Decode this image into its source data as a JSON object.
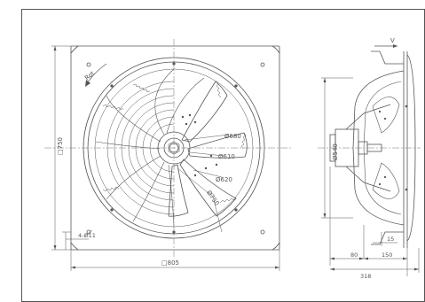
{
  "drawing": {
    "title": "",
    "rotation_label": "Rot",
    "airflow_label": "V",
    "dimensions": {
      "hole_pattern": "4-Ø11",
      "width": "□805",
      "height": "□750",
      "dia_680": "Ø680",
      "dia_610": "Ø610",
      "dia_620": "Ø620",
      "dia_750": "Ø750",
      "depth_540": "Ø540",
      "offset_15": "15",
      "offset_80": "80",
      "depth_150": "150",
      "overall_318": "318"
    }
  },
  "colors": {
    "line": "#555555",
    "center_line": "#777777",
    "background": "#ffffff"
  }
}
